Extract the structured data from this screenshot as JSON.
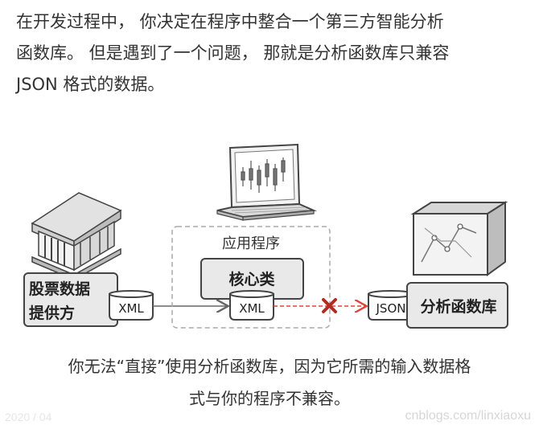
{
  "intro": {
    "lines": [
      "在开发过程中， 你决定在程序中整合一个第三方智能分析",
      "函数库。 但是遇到了一个问题， 那就是分析函数库只兼容",
      "JSON 格式的数据。"
    ]
  },
  "diagram": {
    "provider_label_line1": "股票数据",
    "provider_label_line2": "提供方",
    "xml_label_provider": "XML",
    "app_label": "应用程序",
    "core_class_label": "核心类",
    "xml_label_app": "XML",
    "json_label": "JSON",
    "library_label": "分析函数库",
    "colors": {
      "outline": "#444444",
      "box_fill": "#e9e9e9",
      "app_border": "#aaaaaa",
      "error_arrow": "#e0443a",
      "error_mark": "#c0392b"
    },
    "icons": [
      "bank-building-icon",
      "laptop-chart-icon",
      "package-box-icon",
      "error-x-icon"
    ]
  },
  "caption": {
    "lines": [
      "你无法“直接”使用分析函数库，因为它所需的输入数据格",
      "式与你的程序不兼容。"
    ]
  },
  "watermark": {
    "right": "cnblogs.com/linxiaoxu",
    "left": "2020 / 04"
  }
}
